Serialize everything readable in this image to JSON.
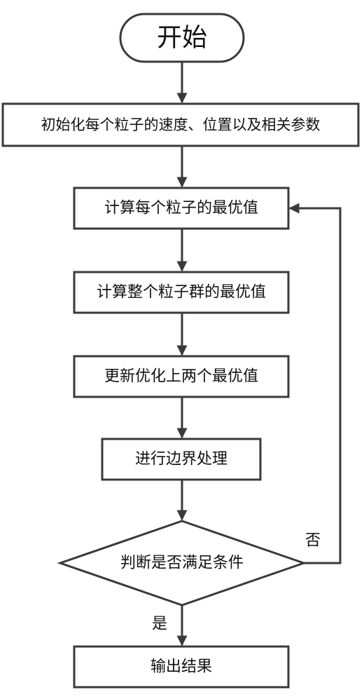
{
  "nodes": {
    "start": "开始",
    "init": "初始化每个粒子的速度、位置以及相关参数",
    "particle_best": "计算每个粒子的最优值",
    "swarm_best": "计算整个粒子群的最优值",
    "update": "更新优化上两个最优值",
    "boundary": "进行边界处理",
    "decision": "判断是否满足条件",
    "output": "输出结果"
  },
  "edges": {
    "no_label": "否",
    "yes_label": "是"
  }
}
